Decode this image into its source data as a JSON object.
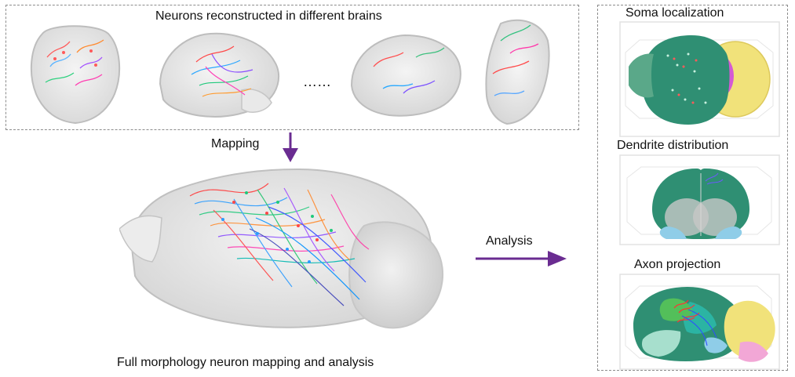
{
  "top_panel": {
    "title": "Neurons reconstructed in different brains",
    "ellipsis": "……"
  },
  "center": {
    "mapping_label": "Mapping",
    "analysis_label": "Analysis",
    "caption": "Full morphology neuron mapping and analysis"
  },
  "right_panel": {
    "soma_title": "Soma localization",
    "dendrite_title": "Dendrite distribution",
    "axon_title": "Axon projection"
  },
  "colors": {
    "arrow": "#6a2c91",
    "dashed_border": "#8c8c8c",
    "brain_outline": "#bdbdbd",
    "teal_region": "#2f8f73",
    "magenta_region": "#d45ad4",
    "yellow_region": "#f1e27a",
    "blue_region": "#8fcde8",
    "pink_region": "#f2a7d6"
  },
  "icons": {
    "mapping_arrow": "down-arrow",
    "analysis_arrow": "right-arrow"
  }
}
